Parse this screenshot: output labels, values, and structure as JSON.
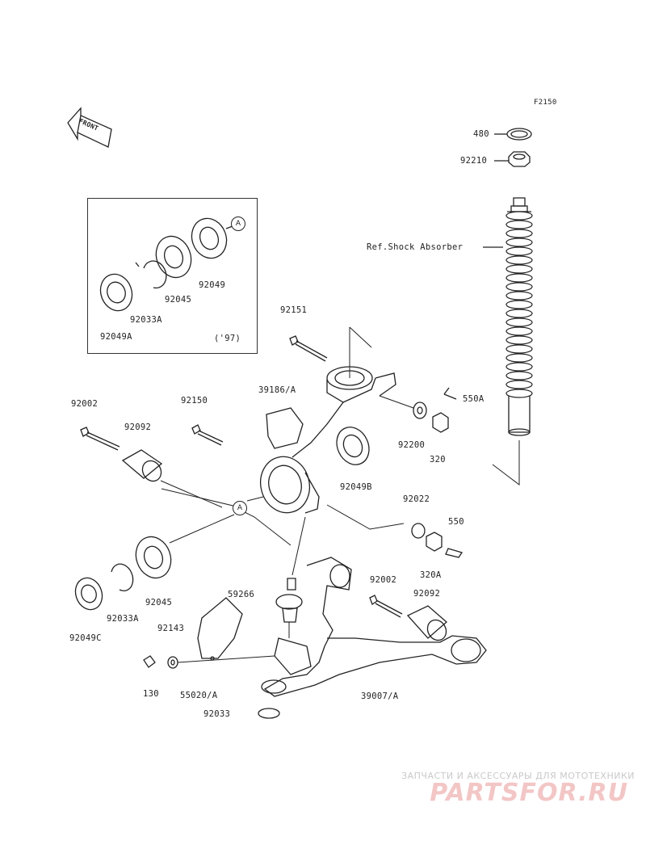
{
  "figure_code": "F2150",
  "front_marker": "FRONT",
  "kit_box": {
    "year_note": "('97)",
    "callout": "A",
    "parts": [
      "92049",
      "92045",
      "92033A",
      "92049A"
    ]
  },
  "callout_main": "A",
  "parts": {
    "p480": "480",
    "p92210": "92210",
    "ref_shock": "Ref.Shock Absorber",
    "p550A": "550A",
    "p92200": "92200",
    "p320": "320",
    "p92151": "92151",
    "p39186A": "39186/A",
    "p92150": "92150",
    "p92002_top": "92002",
    "p92092_top": "92092",
    "p92049B": "92049B",
    "p92022": "92022",
    "p550": "550",
    "p320A": "320A",
    "p92045": "92045",
    "p92033A": "92033A",
    "p92049C": "92049C",
    "p59266": "59266",
    "p92143": "92143",
    "p92002_bot": "92002",
    "p92092_bot": "92092",
    "p130": "130",
    "p55020A": "55020/A",
    "p39007A": "39007/A",
    "p92033": "92033"
  },
  "watermark": {
    "tagline": "ЗАПЧАСТИ И АКСЕССУАРЫ ДЛЯ МОТОТЕХНИКИ",
    "logo": "PARTSFOR.RU"
  }
}
